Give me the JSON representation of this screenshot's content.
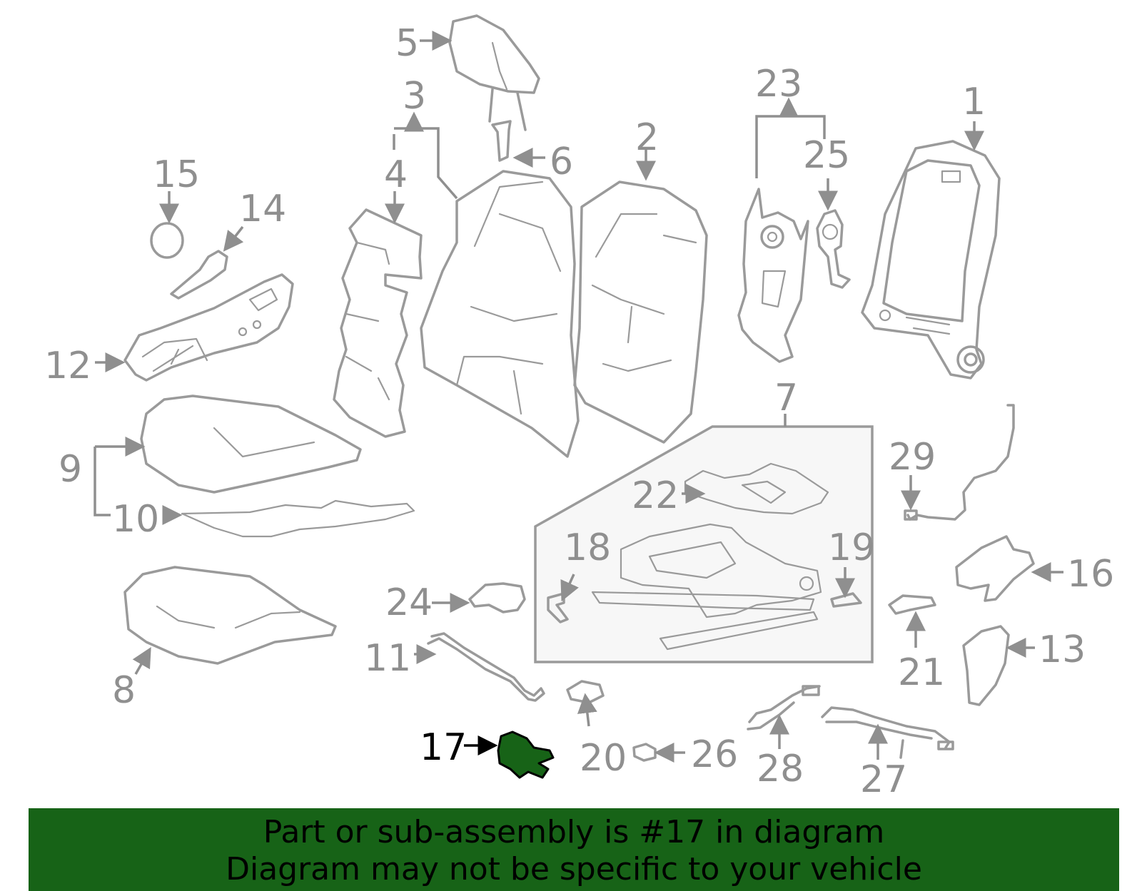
{
  "diagram": {
    "highlighted_part": "17",
    "highlight_color": "#176317",
    "label_color": "#8f8f8f",
    "callouts": [
      {
        "id": "c1",
        "label": "1"
      },
      {
        "id": "c2",
        "label": "2"
      },
      {
        "id": "c3",
        "label": "3"
      },
      {
        "id": "c4",
        "label": "4"
      },
      {
        "id": "c5",
        "label": "5"
      },
      {
        "id": "c6",
        "label": "6"
      },
      {
        "id": "c7",
        "label": "7"
      },
      {
        "id": "c8",
        "label": "8"
      },
      {
        "id": "c9",
        "label": "9"
      },
      {
        "id": "c10",
        "label": "10"
      },
      {
        "id": "c11",
        "label": "11"
      },
      {
        "id": "c12",
        "label": "12"
      },
      {
        "id": "c13",
        "label": "13"
      },
      {
        "id": "c14",
        "label": "14"
      },
      {
        "id": "c15",
        "label": "15"
      },
      {
        "id": "c16",
        "label": "16"
      },
      {
        "id": "c17",
        "label": "17"
      },
      {
        "id": "c18",
        "label": "18"
      },
      {
        "id": "c19",
        "label": "19"
      },
      {
        "id": "c20",
        "label": "20"
      },
      {
        "id": "c21",
        "label": "21"
      },
      {
        "id": "c22",
        "label": "22"
      },
      {
        "id": "c23",
        "label": "23"
      },
      {
        "id": "c24",
        "label": "24"
      },
      {
        "id": "c25",
        "label": "25"
      },
      {
        "id": "c26",
        "label": "26"
      },
      {
        "id": "c27",
        "label": "27"
      },
      {
        "id": "c28",
        "label": "28"
      },
      {
        "id": "c29",
        "label": "29"
      }
    ]
  },
  "banner": {
    "line1": "Part or sub-assembly is #17 in diagram",
    "line2": "Diagram may not be specific to your vehicle",
    "background": "#176317"
  }
}
